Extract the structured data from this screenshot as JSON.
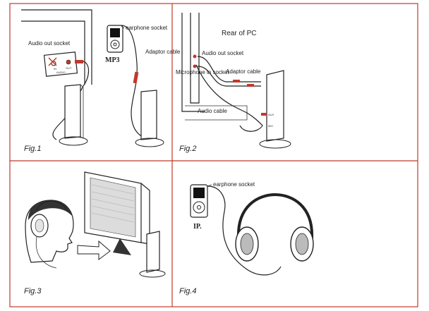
{
  "colors": {
    "line": "#222222",
    "accent": "#c0392b",
    "frame": "#c0392b",
    "paper": "#ffffff"
  },
  "panels": [
    {
      "fig_label": "Fig.1",
      "labels": {
        "audio_out_socket": "Audio out socket",
        "earphone_socket": "earphone socket",
        "mp3": "MP3",
        "adaptor_cable": "Adaptor cable",
        "jack_in": "IN",
        "jack_out": "OUT",
        "jack_audio": "AUDIO"
      }
    },
    {
      "fig_label": "Fig.2",
      "labels": {
        "rear_of_pc": "Rear of PC",
        "audio_out_socket": "Audio out socket",
        "microphone_in_socket": "Microphone in socket",
        "adaptor_cable": "Adaptor cable",
        "audio_cable": "Audio cable",
        "jack_tag_1": "AUX",
        "jack_tag_2": "MIC"
      }
    },
    {
      "fig_label": "Fig.3",
      "labels": {}
    },
    {
      "fig_label": "Fig.4",
      "labels": {
        "earphone_socket": "earphone socket",
        "ip": "IP."
      }
    }
  ]
}
